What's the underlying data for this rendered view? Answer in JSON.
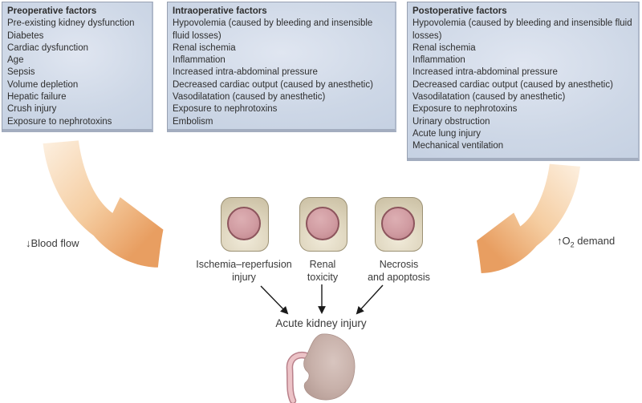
{
  "boxes": [
    {
      "title": "Preoperative factors",
      "items": [
        "Pre-existing kidney dysfunction",
        "Diabetes",
        "Cardiac dysfunction",
        "Age",
        "Sepsis",
        "Volume depletion",
        "Hepatic failure",
        "Crush injury",
        "Exposure to nephrotoxins"
      ]
    },
    {
      "title": "Intraoperative factors",
      "items": [
        "Hypovolemia (caused by bleeding and insensible fluid losses)",
        "Renal ischemia",
        "Inflammation",
        "Increased intra-abdominal pressure",
        "Decreased cardiac output (caused by anesthetic)",
        "Vasodilatation (caused by anesthetic)",
        "Exposure to nephrotoxins",
        "Embolism"
      ]
    },
    {
      "title": "Postoperative factors",
      "items": [
        "Hypovolemia (caused by bleeding and insensible fluid losses)",
        "Renal ischemia",
        "Inflammation",
        "Increased intra-abdominal pressure",
        "Decreased cardiac output (caused by anesthetic)",
        "Vasodilatation (caused by anesthetic)",
        "Exposure to nephrotoxins",
        "Urinary obstruction",
        "Acute lung injury",
        "Mechanical ventilation"
      ]
    }
  ],
  "flow_labels": {
    "left": "↓Blood flow",
    "right_prefix": "↑O",
    "right_sub": "2",
    "right_suffix": " demand"
  },
  "mechanisms": [
    {
      "label": "Ischemia–reperfusion\ninjury"
    },
    {
      "label": "Renal\ntoxicity"
    },
    {
      "label": "Necrosis\nand apoptosis"
    }
  ],
  "outcome": "Acute kidney injury",
  "colors": {
    "box_fill": "#cdd7e6",
    "box_border": "#97a0b1",
    "arrow_orange_dark": "#e9a367",
    "arrow_orange_light": "#fceedd",
    "cell_fill": "#ddd4bc",
    "cell_border": "#9c9174",
    "nucleus_pink": "#d09ba1",
    "nucleus_border": "#8d555d",
    "kidney_fill": "#c3aba4",
    "ureter_pink": "#ecc3c7",
    "text": "#2e2e2e"
  }
}
